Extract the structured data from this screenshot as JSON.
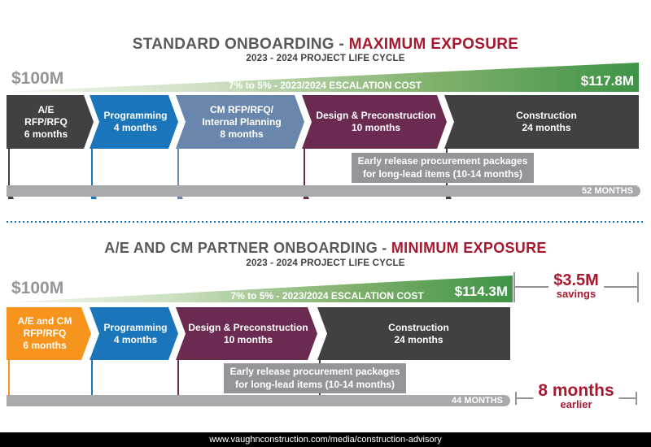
{
  "colors": {
    "accent_red": "#a6192e",
    "title_gray": "#58595b",
    "green": "#3f9447",
    "dark_gray": "#414042",
    "blue": "#1b75bb",
    "slate_blue": "#6987ad",
    "maroon": "#6b2b51",
    "orange": "#f7941d",
    "bar_gray": "#a7a9ac",
    "note_gray": "#939598"
  },
  "standard": {
    "title": "STANDARD ONBOARDING - ",
    "title_accent": "MAXIMUM EXPOSURE",
    "subtitle": "2023 - 2024 PROJECT LIFE CYCLE",
    "baseline_value": "$100M",
    "escalation_label": "7% to 5% - 2023/2024 ESCALATION COST",
    "escalated_value": "$117.8M",
    "phases": {
      "ae": {
        "l1": "A/E",
        "l2": "RFP/RFQ",
        "l3": "6 months"
      },
      "programming": {
        "l1": "Programming",
        "l2": "4 months"
      },
      "cm": {
        "l1": "CM RFP/RFQ/",
        "l2": "Internal Planning",
        "l3": "8 months"
      },
      "design": {
        "l1": "Design & Preconstruction",
        "l2": "10 months"
      },
      "construction": {
        "l1": "Construction",
        "l2": "24 months"
      }
    },
    "note": {
      "l1": "Early release procurement packages",
      "l2": "for long-lead items (10-14 months)"
    },
    "duration": "52 MONTHS"
  },
  "partner": {
    "title": "A/E AND CM PARTNER ONBOARDING - ",
    "title_accent": "MINIMUM EXPOSURE",
    "subtitle": "2023 - 2024 PROJECT LIFE CYCLE",
    "baseline_value": "$100M",
    "escalation_label": "7% to 5% - 2023/2024 ESCALATION COST",
    "escalated_value": "$114.3M",
    "phases": {
      "ae_cm": {
        "l1": "A/E and CM",
        "l2": "RFP/RFQ",
        "l3": "6 months"
      },
      "programming": {
        "l1": "Programming",
        "l2": "4 months"
      },
      "design": {
        "l1": "Design & Preconstruction",
        "l2": "10 months"
      },
      "construction": {
        "l1": "Construction",
        "l2": "24 months"
      }
    },
    "note": {
      "l1": "Early release procurement packages",
      "l2": "for long-lead items (10-14 months)"
    },
    "duration": "44 MONTHS",
    "savings": {
      "value": "$3.5M",
      "label": "savings"
    },
    "earlier": {
      "value": "8 months",
      "label": "earlier"
    }
  },
  "footer": {
    "url": "www.vaughnconstruction.com/media/construction-advisory"
  }
}
